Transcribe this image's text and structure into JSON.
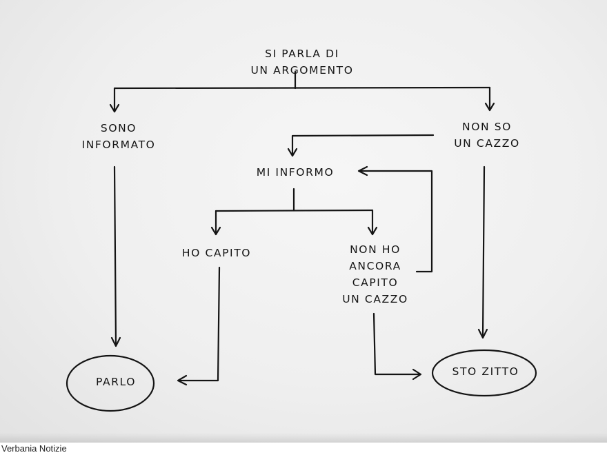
{
  "diagram": {
    "title": "Flowchart: Si parla di un argomento",
    "nodes": {
      "start": {
        "lines": [
          "SI PARLA DI",
          "UN ARGOMENTO"
        ]
      },
      "informed": {
        "lines": [
          "SONO",
          "INFORMATO"
        ]
      },
      "clueless": {
        "lines": [
          "NON SO",
          "UN CAZZO"
        ]
      },
      "inform": {
        "lines": [
          "MI INFORMO"
        ]
      },
      "understood": {
        "lines": [
          "HO CAPITO"
        ]
      },
      "not_understood": {
        "lines": [
          "NON HO",
          "ANCORA",
          "CAPITO",
          "UN CAZZO"
        ]
      },
      "speak": {
        "lines": [
          "PARLO"
        ]
      },
      "quiet": {
        "lines": [
          "STO ZITTO"
        ]
      }
    },
    "edges": [
      {
        "from": "start",
        "to": "informed"
      },
      {
        "from": "start",
        "to": "clueless"
      },
      {
        "from": "clueless",
        "to": "inform"
      },
      {
        "from": "clueless",
        "to": "quiet"
      },
      {
        "from": "informed",
        "to": "speak"
      },
      {
        "from": "inform",
        "to": "understood"
      },
      {
        "from": "inform",
        "to": "not_understood"
      },
      {
        "from": "not_understood",
        "to": "inform"
      },
      {
        "from": "not_understood",
        "to": "quiet"
      },
      {
        "from": "understood",
        "to": "speak"
      }
    ]
  },
  "caption": "Verbania Notizie"
}
